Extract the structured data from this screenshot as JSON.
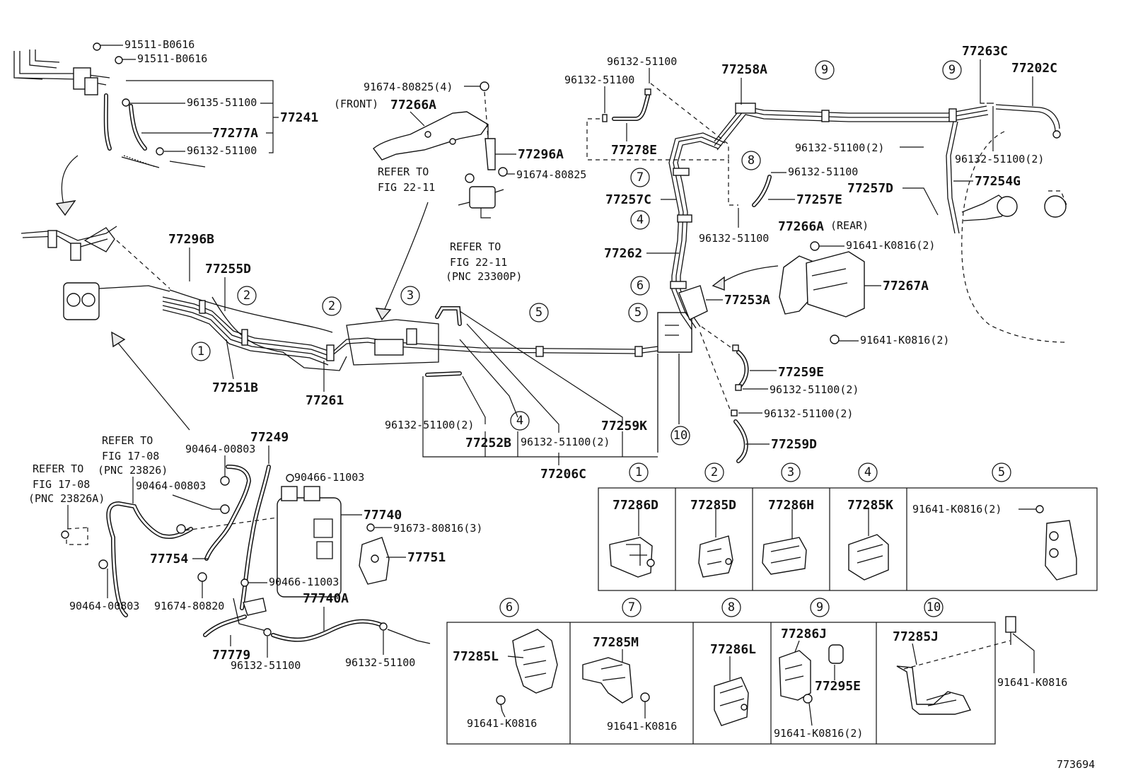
{
  "labels": {
    "l_91511_a": "91511-B0616",
    "l_91511_b": "91511-B0616",
    "l_96135": "96135-51100",
    "l_77241": "77241",
    "l_77277A": "77277A",
    "l_96132_tl": "96132-51100",
    "l_91674_4": "91674-80825(4)",
    "l_front": "(FRONT)",
    "l_77266A_f": "77266A",
    "l_77296A": "77296A",
    "l_91674": "91674-80825",
    "l_refer_a1": "REFER TO",
    "l_refer_a2": "FIG 22-11",
    "l_refer_b1": "REFER TO",
    "l_refer_b2": "FIG 22-11",
    "l_refer_b3": "(PNC 23300P)",
    "l_96132_t1": "96132-51100",
    "l_96132_t2": "96132-51100",
    "l_77278E": "77278E",
    "l_77258A": "77258A",
    "l_77263C": "77263C",
    "l_77202C": "77202C",
    "l_96132_2a": "96132-51100(2)",
    "l_96132_2b": "96132-51100(2)",
    "l_96132_m": "96132-51100",
    "l_77257C": "77257C",
    "l_77257E": "77257E",
    "l_77257D": "77257D",
    "l_77254G": "77254G",
    "l_96132_m2": "96132-51100",
    "l_77266A_r": "77266A",
    "l_rear": "(REAR)",
    "l_91641_2a": "91641-K0816(2)",
    "l_77262": "77262",
    "l_77267A": "77267A",
    "l_77253A": "77253A",
    "l_91641_2b": "91641-K0816(2)",
    "l_77296B": "77296B",
    "l_77255D": "77255D",
    "l_77251B": "77251B",
    "l_77261": "77261",
    "l_77259E": "77259E",
    "l_96132_2c": "96132-51100(2)",
    "l_96132_2d": "96132-51100(2)",
    "l_96132_2e": "96132-51100(2)",
    "l_77252B": "77252B",
    "l_96132_2f": "96132-51100(2)",
    "l_77259K": "77259K",
    "l_77206C": "77206C",
    "l_77259D": "77259D",
    "l_refer_c1": "REFER TO",
    "l_refer_c2": "FIG 17-08",
    "l_refer_c3": "(PNC 23826)",
    "l_refer_d1": "REFER TO",
    "l_refer_d2": "FIG 17-08",
    "l_refer_d3": "(PNC 23826A)",
    "l_90464_a": "90464-00803",
    "l_90464_b": "90464-00803",
    "l_90464_c": "90464-00803",
    "l_77249": "77249",
    "l_90466_a": "90466-11003",
    "l_90466_b": "90466-11003",
    "l_77740": "77740",
    "l_91673": "91673-80816(3)",
    "l_77751": "77751",
    "l_77754": "77754",
    "l_91674_80820": "91674-80820",
    "l_77740A": "77740A",
    "l_77779": "77779",
    "l_96132_b1": "96132-51100",
    "l_96132_b2": "96132-51100",
    "l_91641_single": "91641-K0816",
    "l_773694": "773694"
  },
  "circle_numbers": {
    "c1": "1",
    "c2": "2",
    "c3": "3",
    "c4": "4",
    "c5": "5",
    "c6": "6",
    "c7": "7",
    "c8": "8",
    "c9": "9",
    "c10": "10"
  },
  "table_top": {
    "headers": [
      "1",
      "2",
      "3",
      "4",
      "5"
    ],
    "parts": [
      "77286D",
      "77285D",
      "77286H",
      "77285K"
    ],
    "bolt5": "91641-K0816(2)"
  },
  "table_bottom": {
    "headers": [
      "6",
      "7",
      "8",
      "9",
      "10"
    ],
    "part6": "77285L",
    "bolt6": "91641-K0816",
    "part7": "77285M",
    "bolt7": "91641-K0816",
    "part8": "77286L",
    "part9a": "77286J",
    "part9b": "77295E",
    "bolt9": "91641-K0816(2)",
    "part10": "77285J"
  }
}
